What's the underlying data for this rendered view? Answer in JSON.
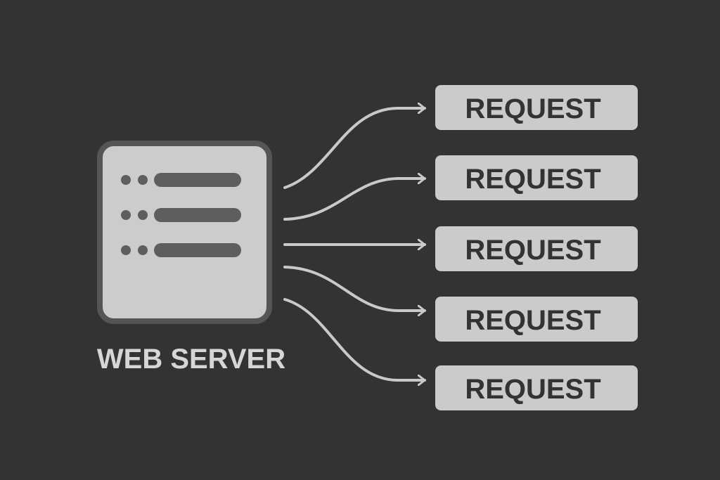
{
  "server": {
    "label": "WEB SERVER",
    "icon": "server-icon",
    "rows": 3
  },
  "requests": [
    {
      "label": "REQUEST"
    },
    {
      "label": "REQUEST"
    },
    {
      "label": "REQUEST"
    },
    {
      "label": "REQUEST"
    },
    {
      "label": "REQUEST"
    }
  ],
  "colors": {
    "background": "#333333",
    "panel": "#cccccc",
    "panel_border": "#555555",
    "bar": "#5e5e5e",
    "arrow": "#c9c9c9",
    "request_fill": "#cbcbcb",
    "request_text": "#333333",
    "server_text": "#d6d6d6"
  }
}
